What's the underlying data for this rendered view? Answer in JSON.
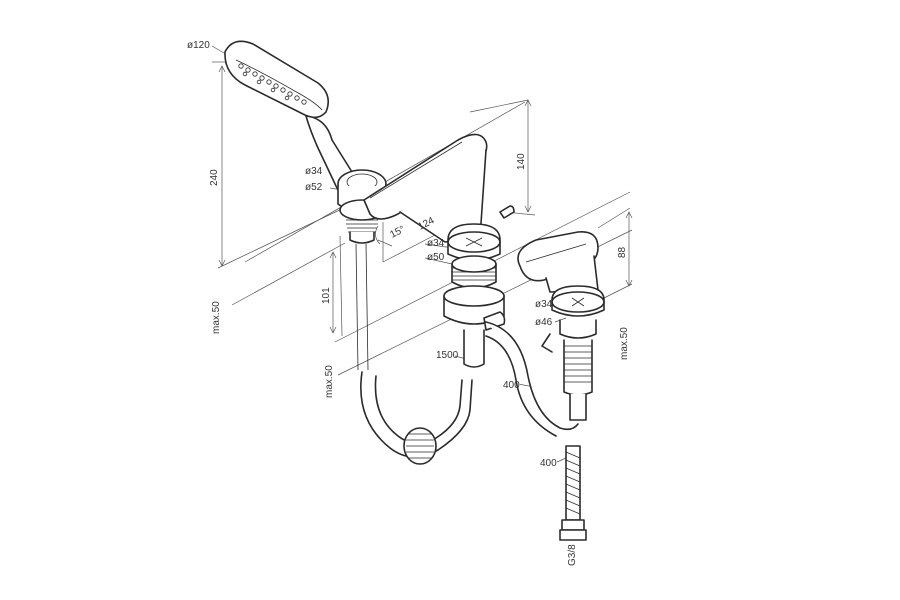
{
  "labels": {
    "d120": "ø120",
    "d34_a": "ø34",
    "d52": "ø52",
    "h240": "240",
    "h140": "140",
    "deg15": "15°",
    "w124": "124",
    "d34_b": "ø34",
    "d50": "ø50",
    "h101": "101",
    "max50_a": "max.50",
    "max50_b": "max.50",
    "h88": "88",
    "d34_c": "ø34",
    "d46": "ø46",
    "max50_c": "max.50",
    "l1500": "1500",
    "l400_a": "400",
    "l400_b": "400",
    "g38": "G3/8"
  },
  "colors": {
    "line": "#2b2b2b",
    "dimension": "#555555",
    "background": "#ffffff"
  }
}
